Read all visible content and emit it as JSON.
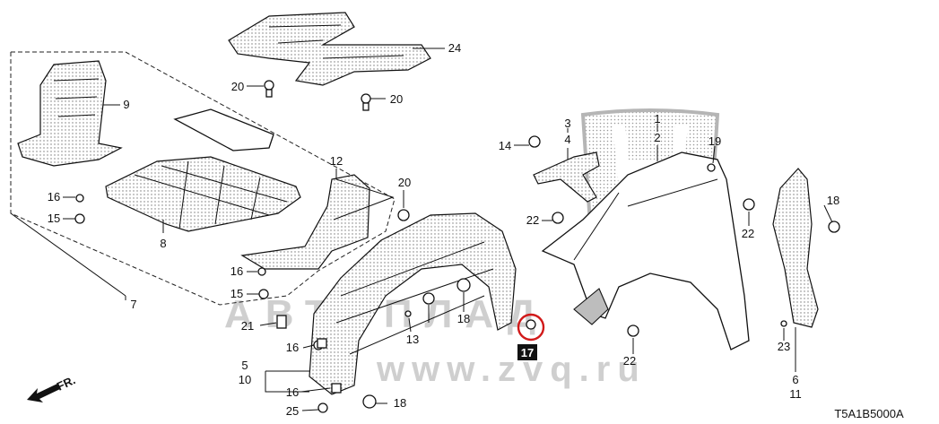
{
  "diagram_code": "T5A1B5000A",
  "direction_label": "FR.",
  "watermark": {
    "text": "АВТОПЛАД",
    "url": "www.zvq.ru"
  },
  "highlight": {
    "part": "17",
    "color": "#d11a1a"
  },
  "callouts": [
    {
      "id": "c1",
      "label": "1"
    },
    {
      "id": "c2",
      "label": "2"
    },
    {
      "id": "c3",
      "label": "3"
    },
    {
      "id": "c4",
      "label": "4"
    },
    {
      "id": "c5",
      "label": "5"
    },
    {
      "id": "c6",
      "label": "6"
    },
    {
      "id": "c7",
      "label": "7"
    },
    {
      "id": "c8",
      "label": "8"
    },
    {
      "id": "c9",
      "label": "9"
    },
    {
      "id": "c10",
      "label": "10"
    },
    {
      "id": "c11",
      "label": "11"
    },
    {
      "id": "c12",
      "label": "12"
    },
    {
      "id": "c13",
      "label": "13"
    },
    {
      "id": "c14",
      "label": "14"
    },
    {
      "id": "c15a",
      "label": "15"
    },
    {
      "id": "c15b",
      "label": "15"
    },
    {
      "id": "c16a",
      "label": "16"
    },
    {
      "id": "c16b",
      "label": "16"
    },
    {
      "id": "c16c",
      "label": "16"
    },
    {
      "id": "c16d",
      "label": "16"
    },
    {
      "id": "c18a",
      "label": "18"
    },
    {
      "id": "c18b",
      "label": "18"
    },
    {
      "id": "c18c",
      "label": "18"
    },
    {
      "id": "c19",
      "label": "19"
    },
    {
      "id": "c20a",
      "label": "20"
    },
    {
      "id": "c20b",
      "label": "20"
    },
    {
      "id": "c20c",
      "label": "20"
    },
    {
      "id": "c21",
      "label": "21"
    },
    {
      "id": "c22a",
      "label": "22"
    },
    {
      "id": "c22b",
      "label": "22"
    },
    {
      "id": "c22c",
      "label": "22"
    },
    {
      "id": "c23",
      "label": "23"
    },
    {
      "id": "c24",
      "label": "24"
    },
    {
      "id": "c25",
      "label": "25"
    }
  ]
}
